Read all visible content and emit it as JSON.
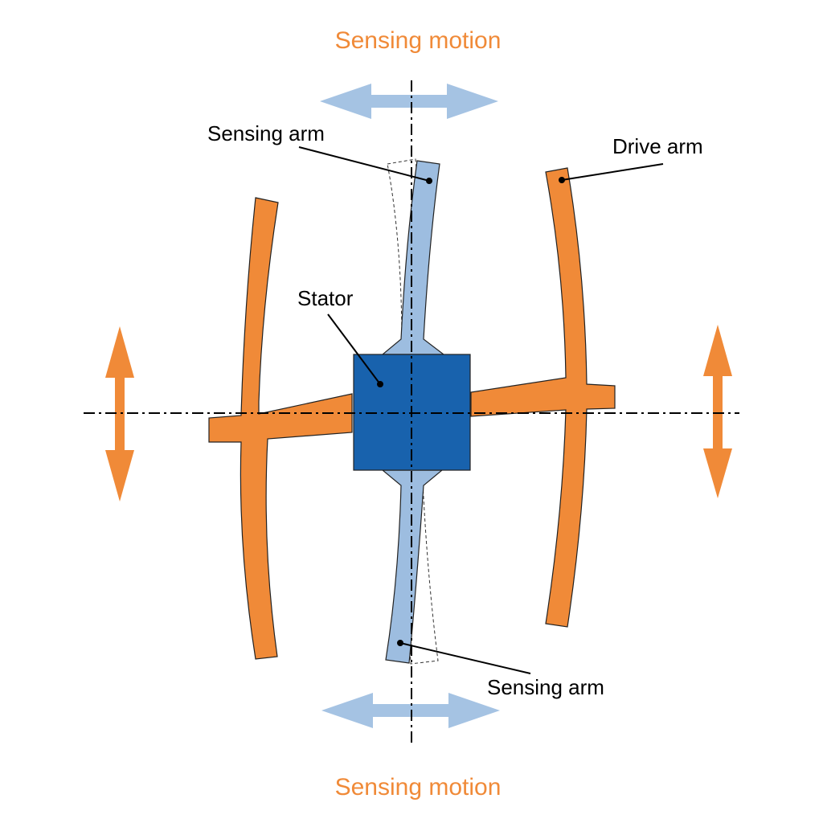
{
  "labels": {
    "sensing_motion_top": "Sensing motion",
    "sensing_motion_bottom": "Sensing motion",
    "sensing_arm_top": "Sensing arm",
    "sensing_arm_bottom": "Sensing arm",
    "drive_arm": "Drive arm",
    "stator": "Stator"
  },
  "colors": {
    "drive": "#f08a38",
    "sensing": "#9dbde0",
    "sensing_arrow": "#a5c3e3",
    "stator": "#1862ad",
    "outline": "#222222",
    "axis": "#000000",
    "accent_text": "#f08a38",
    "text": "#000000"
  },
  "icons": {
    "motion_arrows": "double-headed-arrow-icon"
  }
}
